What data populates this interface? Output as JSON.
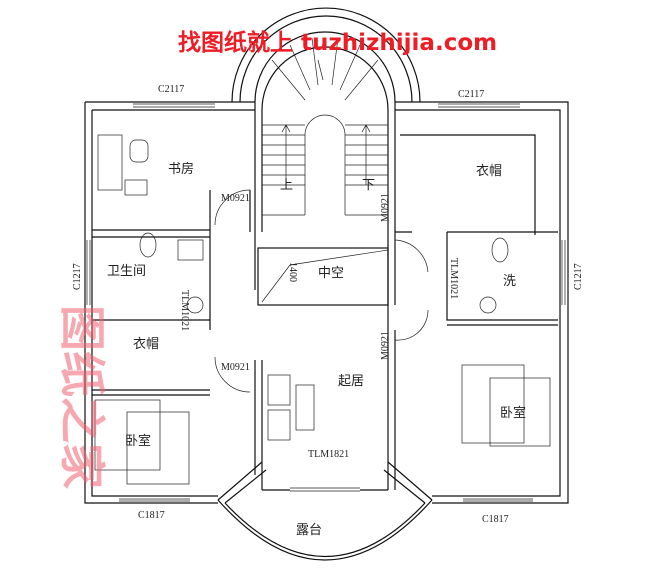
{
  "watermark": {
    "top_text": "找图纸就上 tuzhizhijia.com",
    "diagonal_text": "图纸之家",
    "color": "#ee1c25",
    "diagonal_color": "#f06070"
  },
  "rooms": {
    "study": "书房",
    "bath_left": "卫生间",
    "closet_left": "衣帽",
    "bedroom_left": "卧室",
    "void": "中空",
    "living": "起居",
    "closet_right": "衣帽",
    "wash_right": "洗",
    "bedroom_right": "卧室",
    "terrace": "露台"
  },
  "stairs": {
    "up": "上",
    "down": "下"
  },
  "codes": {
    "window_top_left": "C2117",
    "window_top_right": "C2117",
    "window_left": "C1217",
    "window_right": "C1217",
    "window_bottom_left": "C1817",
    "window_bottom_right": "C1817",
    "door_study": "M0921",
    "door_closet_right": "M0921",
    "door_bedroom_left": "M0921",
    "door_bedroom_right": "M0921",
    "door_bath_left": "TLM1021",
    "door_wash_right": "TLM1021",
    "door_living": "TLM1821",
    "void_dim": "1400"
  }
}
